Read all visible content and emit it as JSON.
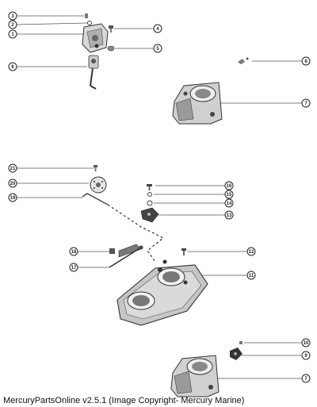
{
  "diagram": {
    "callouts": [
      {
        "id": "c3a",
        "label": "3"
      },
      {
        "id": "c2",
        "label": "2"
      },
      {
        "id": "c1",
        "label": "1"
      },
      {
        "id": "c4",
        "label": "4"
      },
      {
        "id": "c5",
        "label": "5"
      },
      {
        "id": "c6",
        "label": "6"
      },
      {
        "id": "c8a",
        "label": "8"
      },
      {
        "id": "c7a",
        "label": "7"
      },
      {
        "id": "c21",
        "label": "21"
      },
      {
        "id": "c20",
        "label": "20"
      },
      {
        "id": "c19",
        "label": "19"
      },
      {
        "id": "c16",
        "label": "16"
      },
      {
        "id": "c15",
        "label": "15"
      },
      {
        "id": "c14",
        "label": "14"
      },
      {
        "id": "c13",
        "label": "13"
      },
      {
        "id": "c18",
        "label": "18"
      },
      {
        "id": "c12",
        "label": "12"
      },
      {
        "id": "c17",
        "label": "17"
      },
      {
        "id": "c11",
        "label": "11"
      },
      {
        "id": "c10",
        "label": "10"
      },
      {
        "id": "c9",
        "label": "9"
      },
      {
        "id": "c7b",
        "label": "7"
      }
    ]
  },
  "footer": {
    "caption": "MercuryPartsOnline v2.5.1 (Image Copyright- Mercury Marine)"
  }
}
